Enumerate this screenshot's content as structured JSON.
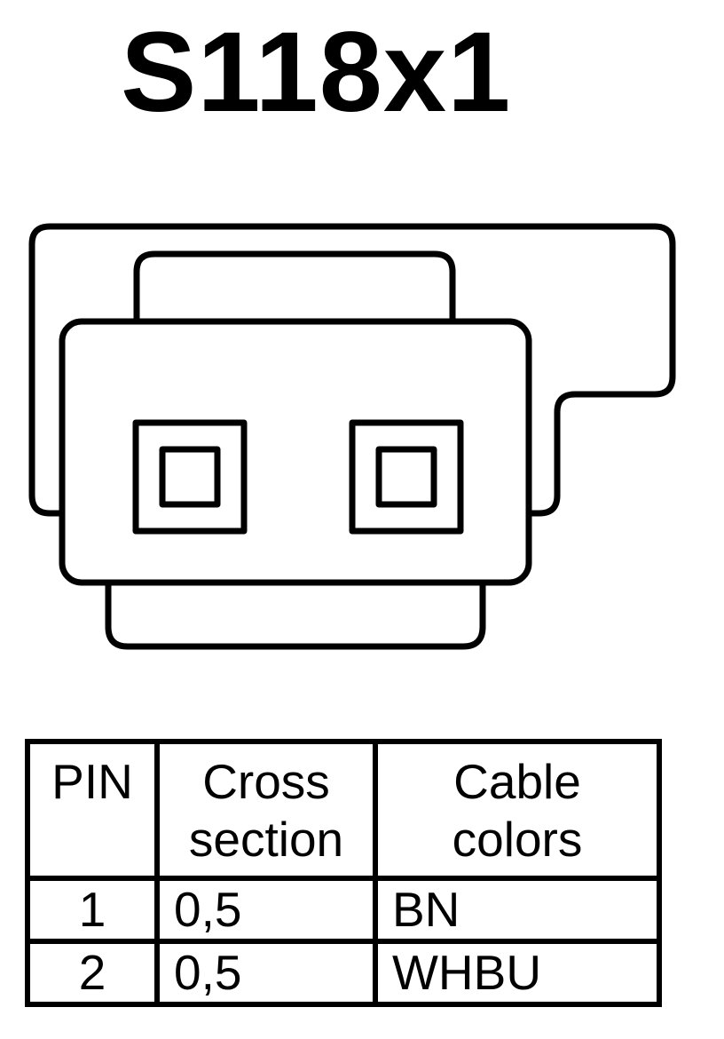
{
  "title": "S118x1",
  "table": {
    "headers": {
      "pin": "PIN",
      "cross_section": [
        "Cross",
        "section"
      ],
      "cable_colors": [
        "Cable",
        "colors"
      ]
    },
    "rows": [
      {
        "pin": "1",
        "cross_section": "0,5",
        "cable_color": "BN"
      },
      {
        "pin": "2",
        "cross_section": "0,5",
        "cable_color": "WHBU"
      }
    ]
  }
}
